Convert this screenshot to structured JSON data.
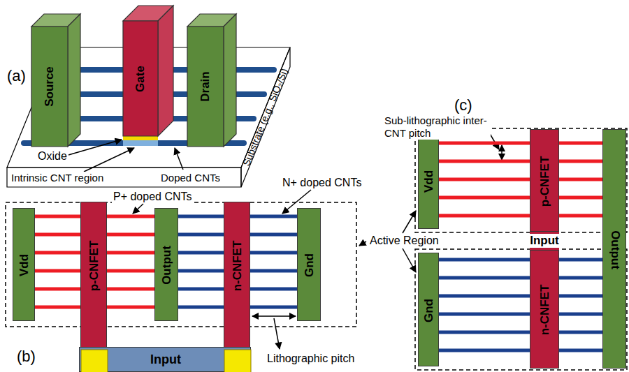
{
  "diagram": {
    "nodes": [
      {
        "text": [
          "Source"
        ]
      },
      {
        "text": [
          "Gate"
        ]
      },
      {
        "text": [
          "Drain"
        ]
      },
      {
        "text": [
          "Substrate (e.g., SiO₂/Si)"
        ]
      },
      {
        "text": [
          "Vdd"
        ]
      },
      {
        "text": [
          "p-CNFET"
        ]
      },
      {
        "text": [
          "Output"
        ]
      },
      {
        "text": [
          "n-CNFET"
        ]
      },
      {
        "text": [
          "Gnd"
        ]
      },
      {
        "text": [
          "Input"
        ]
      },
      {
        "text": [
          "Vdd"
        ]
      },
      {
        "text": [
          "p-CNFET"
        ]
      },
      {
        "text": [
          "Gnd"
        ]
      },
      {
        "text": [
          "n-CNFET"
        ]
      },
      {
        "text": [
          "Output"
        ]
      }
    ],
    "labels": [
      "(a)",
      "Oxide",
      "Intrinsic CNT region",
      "Doped CNTs",
      "P+ doped CNTs",
      "N+ doped CNTs",
      "(b)",
      "Lithographic pitch",
      "(c)",
      "Sub-lithographic inter-CNT pitch",
      "Active Region",
      "Input"
    ]
  }
}
